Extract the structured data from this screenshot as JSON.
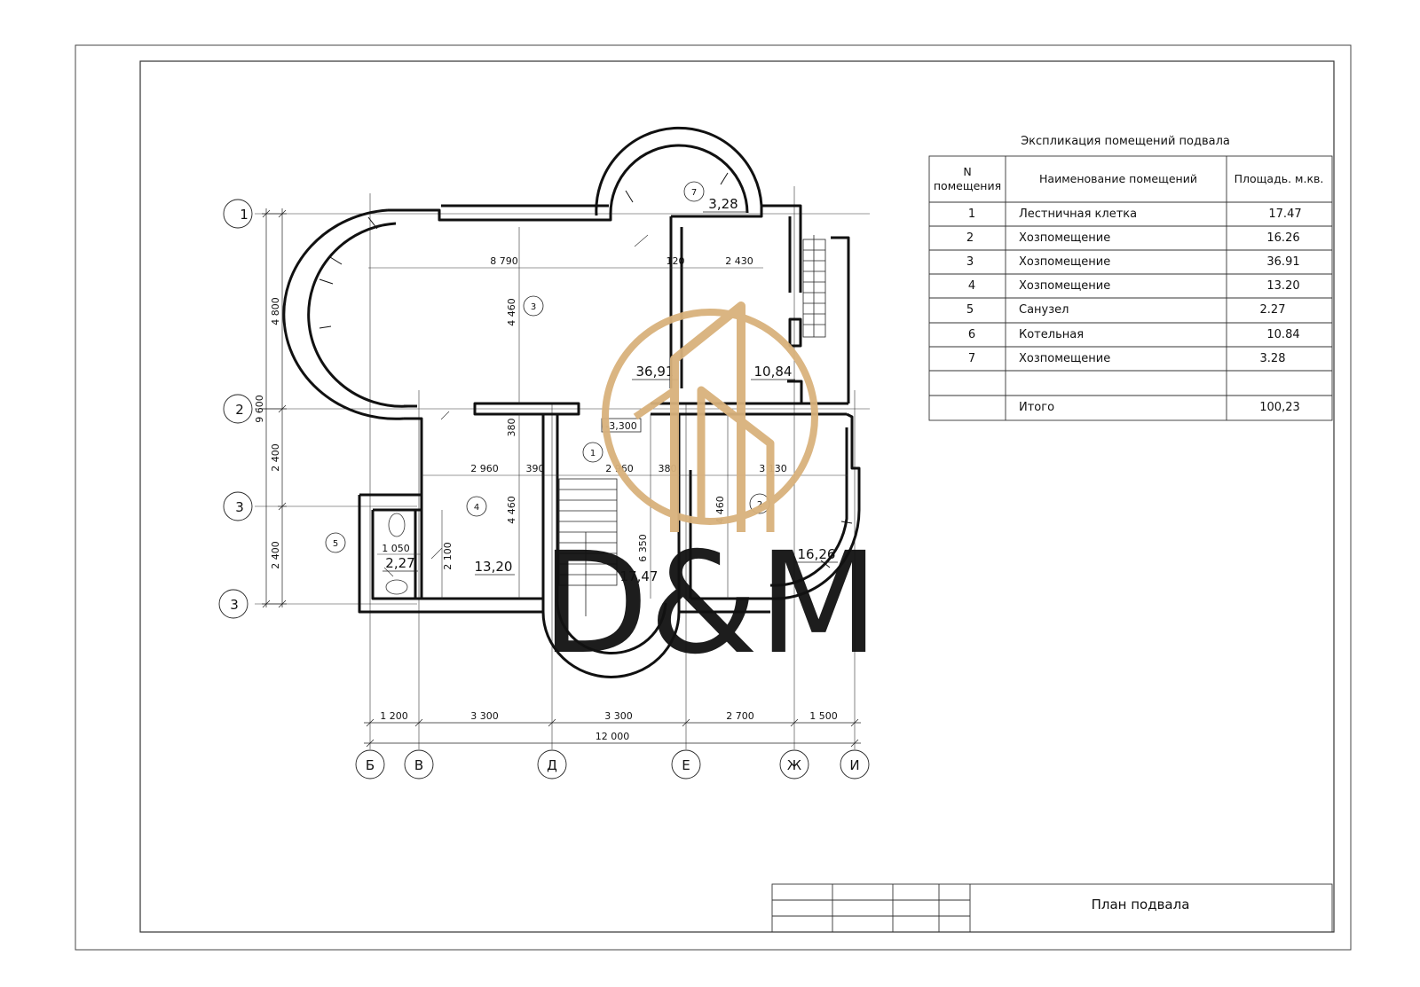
{
  "sheet": {
    "title_block_text": "План подвала"
  },
  "explication": {
    "title": "Экспликация помещений подвала",
    "headers": {
      "number": [
        "N",
        "помещения"
      ],
      "name": "Наименование помещений",
      "area": "Площадь. м.кв."
    },
    "rows": [
      {
        "n": "1",
        "name": "Лестничная клетка",
        "area": "17.47"
      },
      {
        "n": "2",
        "name": "Хозпомещение",
        "area": "16.26"
      },
      {
        "n": "3",
        "name": "Хозпомещение",
        "area": "36.91"
      },
      {
        "n": "4",
        "name": "Хозпомещение",
        "area": "13.20"
      },
      {
        "n": "5",
        "name": "Санузел",
        "area": "2.27"
      },
      {
        "n": "6",
        "name": "Котельная",
        "area": "10.84"
      },
      {
        "n": "7",
        "name": "Хозпомещение",
        "area": "3.28"
      }
    ],
    "total_label": "Итого",
    "total_value": "100,23"
  },
  "plan": {
    "axes_rows": [
      "1",
      "2",
      "3",
      "3"
    ],
    "axes_cols": [
      "Б",
      "В",
      "Д",
      "Е",
      "Ж",
      "И"
    ],
    "room_numbers": [
      "1",
      "2",
      "3",
      "4",
      "5",
      "7"
    ],
    "room_areas": {
      "r1": "17,47",
      "r2": "16,26",
      "r3": "36,91",
      "r4": "13,20",
      "r5": "2,27",
      "r6": "10,84",
      "r7": "3,28"
    },
    "level_mark": "-3,300",
    "dims_bottom": [
      "1 200",
      "3 300",
      "3 300",
      "2 700",
      "1 500"
    ],
    "dim_total": "12 000",
    "dims_left": [
      "4 800",
      "2 400",
      "2 400"
    ],
    "dim_left_total": "9 600",
    "dims_inner": {
      "top_8790": "8 790",
      "top_120": "120",
      "top_2430": "2 430",
      "v_4460_a": "4 460",
      "v_380": "380",
      "h_2960": "2 960",
      "h_390": "390",
      "h_2960_b": "2 960",
      "h_380": "380",
      "h_3130": "3 130",
      "v_4460_b": "4 460",
      "v_6350": "6 350",
      "v_4460_c": "4 460",
      "h_1050": "1 050",
      "v_2100": "2 100"
    }
  },
  "watermark": {
    "brand": "D&M",
    "color": "#d9b27c"
  }
}
